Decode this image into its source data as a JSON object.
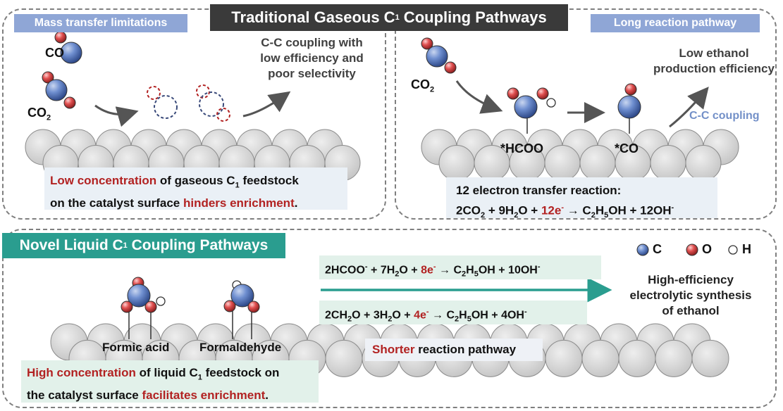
{
  "header": {
    "title_main": "Traditional Gaseous C",
    "title_sub": "1",
    "title_end": " Coupling Pathways"
  },
  "left_panel": {
    "tag": "Mass transfer limitations",
    "co_label": "CO",
    "co2_label": "CO",
    "co2_sub": "2",
    "note": [
      "C-C coupling with",
      "low efficiency and",
      "poor selectivity"
    ],
    "box": {
      "hl1": "Low concentration",
      "t1": " of gaseous C",
      "t1_sub": "1",
      "t1_end": " feedstock",
      "t2": "on the catalyst surface ",
      "hl2": "hinders enrichment",
      "t2_end": "."
    }
  },
  "right_panel": {
    "tag": "Long reaction pathway",
    "co2_label": "CO",
    "co2_sub": "2",
    "hcoo_label": "*HCOO",
    "co_label": "*CO",
    "note": [
      "Low ethanol",
      "production efficiency"
    ],
    "cc_label": "C-C coupling",
    "box": {
      "line1": "12 electron transfer reaction:",
      "eq_a": "2CO",
      "eq_a_sub": "2",
      "eq_b": " + 9H",
      "eq_b_sub": "2",
      "eq_c": "O + ",
      "eq_red": "12e",
      "eq_red_sup": "-",
      "eq_d": " → C",
      "eq_d_sub1": "2",
      "eq_e": "H",
      "eq_e_sub": "5",
      "eq_f": "OH + 12OH",
      "eq_f_sup": "-"
    }
  },
  "bottom_panel": {
    "tag_main": "Novel Liquid C",
    "tag_sub": "1",
    "tag_end": " Coupling Pathways",
    "legend": {
      "c": "C",
      "o": "O",
      "h": "H"
    },
    "eq1": {
      "a": "2HCOO",
      "a_sup": "-",
      "b": " + 7H",
      "b_sub": "2",
      "c": "O + ",
      "red": "8e",
      "red_sup": "-",
      "d": " → C",
      "d_sub": "2",
      "e": "H",
      "e_sub": "5",
      "f": "OH + 10OH",
      "f_sup": "-"
    },
    "eq2": {
      "a": "2CH",
      "a_sub": "2",
      "b": "O + 3H",
      "b_sub": "2",
      "c": "O + ",
      "red": "4e",
      "red_sup": "-",
      "d": " → C",
      "d_sub": "2",
      "e": "H",
      "e_sub": "5",
      "f": "OH + 4OH",
      "f_sup": "-"
    },
    "result_note": [
      "High-efficiency",
      "electrolytic synthesis",
      "of ethanol"
    ],
    "formic_label": "Formic acid",
    "formaldehyde_label": "Formaldehyde",
    "shorter_hl": "Shorter",
    "shorter_rest": " reaction pathway",
    "box": {
      "hl1": "High concentration",
      "t1": " of liquid C",
      "t1_sub": "1",
      "t1_end": " feedstock on",
      "t2": "the catalyst surface ",
      "hl2": "facilitates enrichment",
      "t2_end": "."
    }
  },
  "colors": {
    "carbon": "#5b7fc4",
    "oxygen": "#d64545",
    "hydrogen": "#ffffff",
    "surface": "#d9d9d9",
    "accent_red": "#b22222",
    "teal": "#2a9d8f",
    "tag_blue": "#8fa6d6"
  }
}
